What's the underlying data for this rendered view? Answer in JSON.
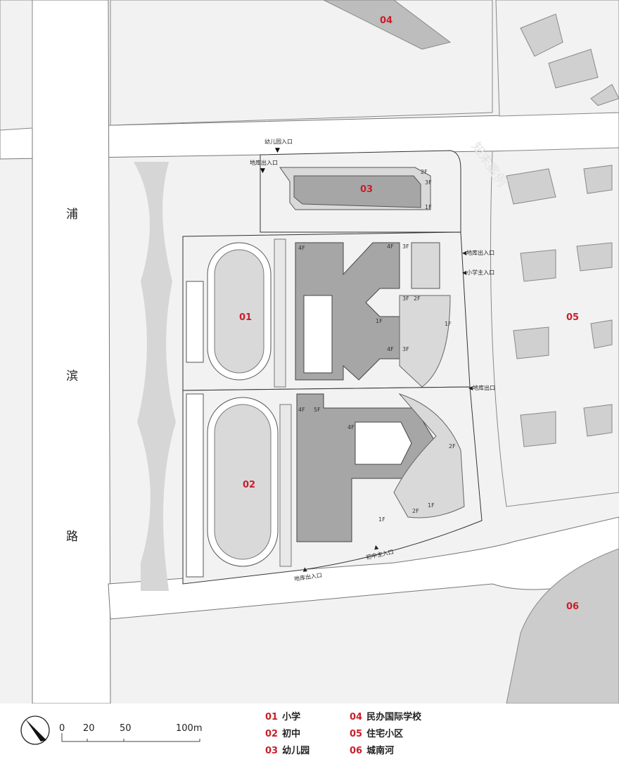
{
  "zones": [
    {
      "id": "01",
      "name": "小学"
    },
    {
      "id": "02",
      "name": "初中"
    },
    {
      "id": "03",
      "name": "幼儿园"
    },
    {
      "id": "04",
      "name": "民办国际学校"
    },
    {
      "id": "05",
      "name": "住宅小区"
    },
    {
      "id": "06",
      "name": "城南河"
    }
  ],
  "road_chars": [
    "浦",
    "滨",
    "路"
  ],
  "entrances": {
    "kindergarten": "幼儿园入口",
    "garage_top": "地库出入口",
    "garage_east": "地库出入口",
    "primary_main": "小学主入口",
    "garage_exit": "地库出口",
    "junior_main": "初中主入口",
    "garage_south": "地库出入口"
  },
  "floors": [
    "2F",
    "3F",
    "1F",
    "4F",
    "3F",
    "4F",
    "3F",
    "2F",
    "1F",
    "4F",
    "3F",
    "1F",
    "4F",
    "5F",
    "4F",
    "2F",
    "2F",
    "1F",
    "1F"
  ],
  "scale": {
    "ticks": [
      "0",
      "20",
      "50",
      "100m"
    ]
  },
  "watermark": "知末案例",
  "colors": {
    "zone_label": "#c8202a",
    "building": "#a6a6a6",
    "light_building": "#d9d9d9",
    "road_line": "#666666"
  }
}
